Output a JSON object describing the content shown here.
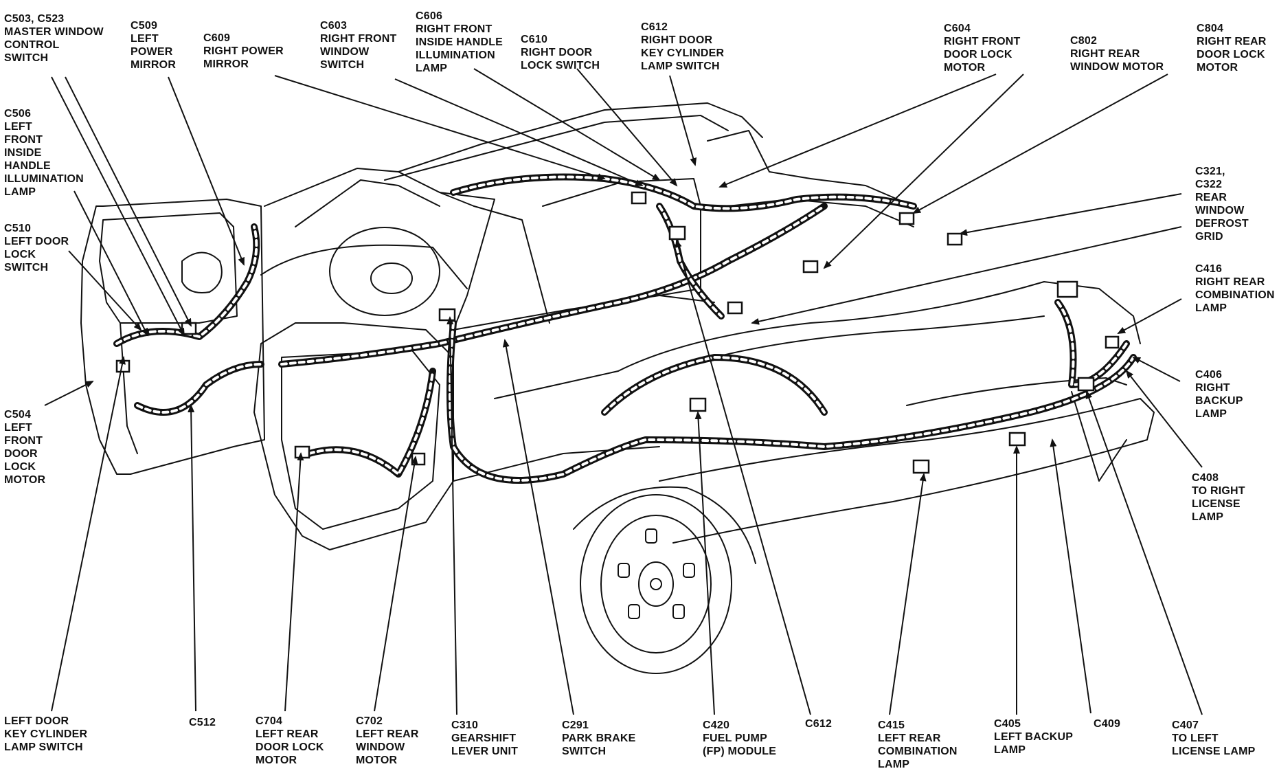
{
  "labels": {
    "c503_c523": [
      "C503, C523",
      "MASTER WINDOW",
      "CONTROL",
      "SWITCH"
    ],
    "c509": [
      "C509",
      "LEFT",
      "POWER",
      "MIRROR"
    ],
    "c609": [
      "C609",
      "RIGHT POWER",
      "MIRROR"
    ],
    "c603": [
      "C603",
      "RIGHT FRONT",
      "WINDOW",
      "SWITCH"
    ],
    "c606": [
      "C606",
      "RIGHT FRONT",
      "INSIDE HANDLE",
      "ILLUMINATION",
      "LAMP"
    ],
    "c610": [
      "C610",
      "RIGHT DOOR",
      "LOCK SWITCH"
    ],
    "c612_top": [
      "C612",
      "RIGHT DOOR",
      "KEY CYLINDER",
      "LAMP SWITCH"
    ],
    "c604": [
      "C604",
      "RIGHT FRONT",
      "DOOR LOCK",
      "MOTOR"
    ],
    "c802": [
      "C802",
      "RIGHT REAR",
      "WINDOW MOTOR"
    ],
    "c804": [
      "C804",
      "RIGHT REAR",
      "DOOR LOCK",
      "MOTOR"
    ],
    "c506": [
      "C506",
      "LEFT",
      "FRONT",
      "INSIDE",
      "HANDLE",
      "ILLUMINATION",
      "LAMP"
    ],
    "c510": [
      "C510",
      "LEFT DOOR",
      "LOCK",
      "SWITCH"
    ],
    "c504": [
      "C504",
      "LEFT",
      "FRONT",
      "DOOR",
      "LOCK",
      "MOTOR"
    ],
    "c321_c322": [
      "C321,",
      "C322",
      "REAR",
      "WINDOW",
      "DEFROST",
      "GRID"
    ],
    "c416": [
      "C416",
      "RIGHT REAR",
      "COMBINATION",
      "LAMP"
    ],
    "c406": [
      "C406",
      "RIGHT",
      "BACKUP",
      "LAMP"
    ],
    "c408": [
      "C408",
      "TO RIGHT",
      "LICENSE",
      "LAMP"
    ],
    "left_door_key": [
      "LEFT DOOR",
      "KEY CYLINDER",
      "LAMP SWITCH"
    ],
    "c512": [
      "C512"
    ],
    "c704": [
      "C704",
      "LEFT REAR",
      "DOOR LOCK",
      "MOTOR"
    ],
    "c702": [
      "C702",
      "LEFT REAR",
      "WINDOW",
      "MOTOR"
    ],
    "c310": [
      "C310",
      "GEARSHIFT",
      "LEVER UNIT"
    ],
    "c291": [
      "C291",
      "PARK BRAKE",
      "SWITCH"
    ],
    "c420": [
      "C420",
      "FUEL PUMP",
      "(FP) MODULE"
    ],
    "c612_bottom": [
      "C612"
    ],
    "c415": [
      "C415",
      "LEFT REAR",
      "COMBINATION",
      "LAMP"
    ],
    "c405": [
      "C405",
      "LEFT BACKUP",
      "LAMP"
    ],
    "c409": [
      "C409"
    ],
    "c407": [
      "C407",
      "TO LEFT",
      "LICENSE LAMP"
    ]
  }
}
